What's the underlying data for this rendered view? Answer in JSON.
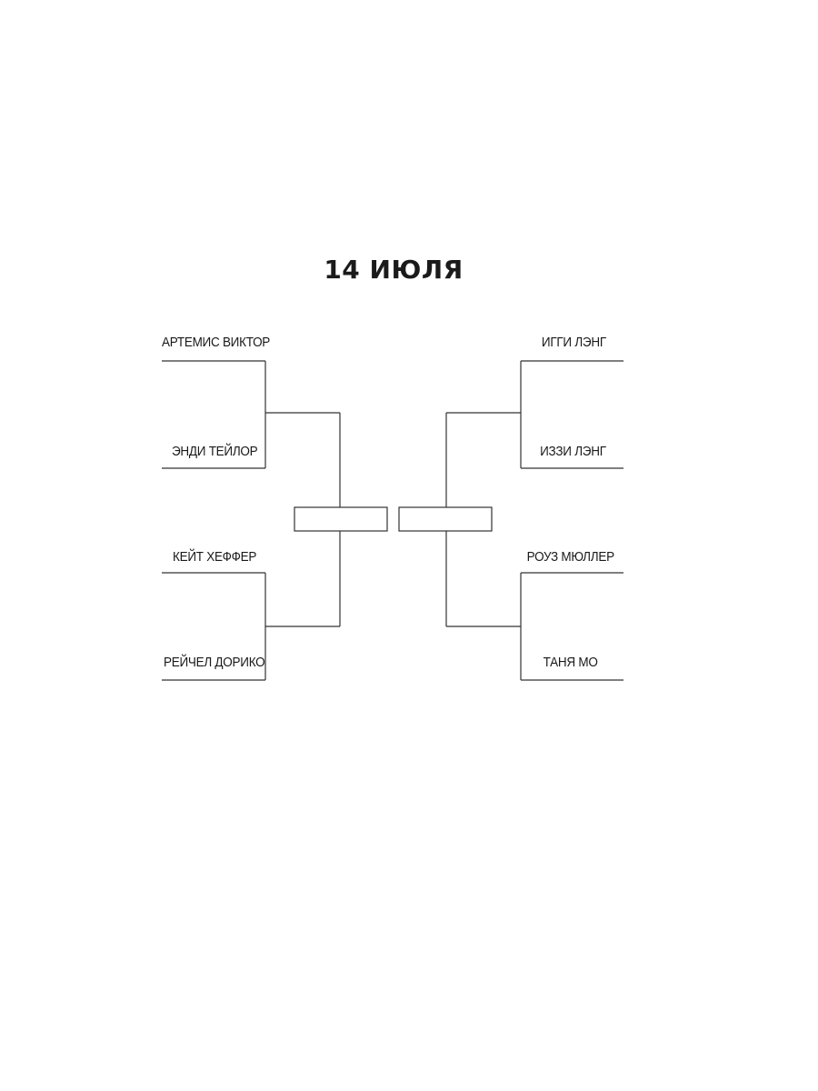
{
  "title": "14 ИЮЛЯ",
  "left": {
    "players": [
      "АРТЕМИС ВИКТОР",
      "ЭНДИ ТЕЙЛОР",
      "КЕЙТ ХЕФФЕР",
      "РЕЙЧЕЛ ДОРИКО"
    ]
  },
  "right": {
    "players": [
      "ИГГИ ЛЭНГ",
      "ИЗЗИ ЛЭНГ",
      "РОУЗ МЮЛЛЕР",
      "ТАНЯ МО"
    ]
  },
  "final": {
    "left_box": "",
    "right_box": ""
  }
}
